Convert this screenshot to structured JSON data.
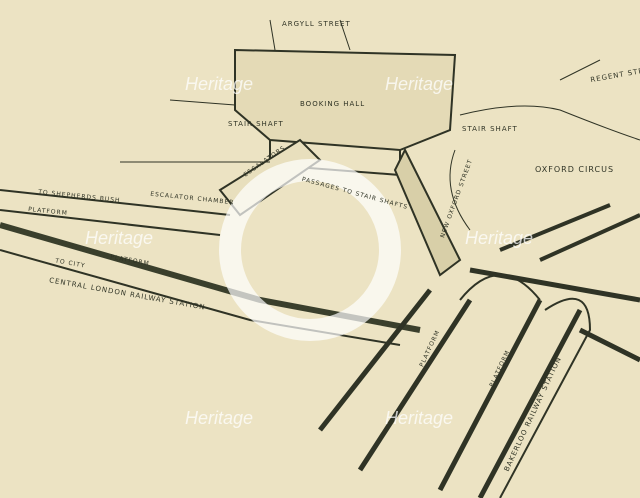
{
  "labels": {
    "argyll_street": "ARGYLL STREET",
    "regent_street": "REGENT STREET",
    "booking_hall": "BOOKING HALL",
    "stair_shaft_left": "STAIR SHAFT",
    "stair_shaft_right": "STAIR SHAFT",
    "oxford_circus": "OXFORD CIRCUS",
    "new_oxford_street": "NEW OXFORD STREET",
    "to_shepherds_bush": "TO SHEPHERDS BUSH",
    "platform_left": "PLATFORM",
    "escalator_chamber": "ESCALATOR CHAMBER",
    "escalators": "ESCALATORS",
    "passages": "PASSAGES TO STAIR SHAFTS",
    "platform_central": "PLATFORM",
    "to_city": "TO CITY",
    "central_london": "CENTRAL LONDON RAILWAY STATION",
    "bakerloo": "BAKERLOO RAILWAY STATION",
    "platform_bakerloo_1": "PLATFORM",
    "platform_bakerloo_2": "PLATFORM"
  },
  "watermark": "Heritage",
  "colors": {
    "paper": "#ece3c3",
    "ink": "#2f3325"
  }
}
